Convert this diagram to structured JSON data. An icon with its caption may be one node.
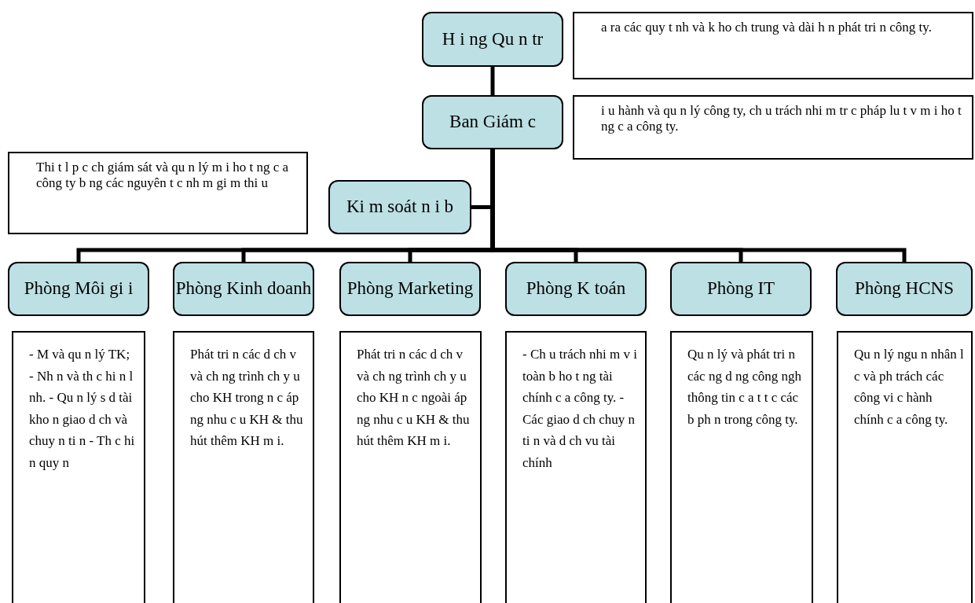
{
  "diagram": {
    "nodes": [
      {
        "text": [
          "H i ng Qu n tr"
        ]
      },
      {
        "text": [
          "a ra các quy t nh và k ho ch trung và dài h n phát tri n công ty."
        ]
      },
      {
        "text": [
          "Ban Giám c"
        ]
      },
      {
        "text": [
          "i u hành và qu n lý công ty, ch u trách nhi m tr c pháp lu t v m i ho t ng c a công ty."
        ]
      },
      {
        "text": [
          "Thi t l p c ch giám sát và qu n lý m i ho t ng c a công ty b ng các nguyên t c nh m gi m thi u"
        ]
      },
      {
        "text": [
          "Ki m soát n i b"
        ]
      },
      {
        "text": [
          "Phòng Môi gi i"
        ]
      },
      {
        "text": [
          "Phòng Kinh doanh"
        ]
      },
      {
        "text": [
          "Phòng Marketing"
        ]
      },
      {
        "text": [
          "Phòng K toán"
        ]
      },
      {
        "text": [
          "Phòng IT"
        ]
      },
      {
        "text": [
          "Phòng HCNS"
        ]
      },
      {
        "text": [
          "- M và qu n lý TK; - Nh n và th c hi n l nh. - Qu n lý s d tài kho n giao d ch và chuy n ti n - Th c hi n quy n"
        ]
      },
      {
        "text": [
          "Phát tri n các d ch v và ch ng trình ch y u cho KH trong n c áp ng nhu c u KH & thu hút thêm KH m i."
        ]
      },
      {
        "text": [
          "Phát tri n các d ch v và ch ng trình ch y u cho KH n c ngoài áp ng nhu c u KH & thu hút thêm KH m i."
        ]
      },
      {
        "text": [
          "- Ch u trách nhi m v i toàn b ho t ng tài chính c a công ty. - Các giao d ch chuy n ti n và d ch vu tài chính"
        ]
      },
      {
        "text": [
          "Qu n lý và phát tri n các ng d ng công ngh thông tin c a t t c các b ph n trong công ty."
        ]
      },
      {
        "text": [
          "Qu n lý ngu n nhân l c và ph trách các công vi c hành chính c a công ty."
        ]
      }
    ],
    "edges": [
      {
        "from": 0,
        "to": 2,
        "arrow": "none"
      },
      {
        "from": 2,
        "to": 5,
        "arrow": "none"
      },
      {
        "from": 2,
        "to": 6,
        "arrow": "none"
      },
      {
        "from": 2,
        "to": 7,
        "arrow": "none"
      },
      {
        "from": 2,
        "to": 8,
        "arrow": "none"
      },
      {
        "from": 2,
        "to": 9,
        "arrow": "none"
      },
      {
        "from": 2,
        "to": 10,
        "arrow": "none"
      },
      {
        "from": 2,
        "to": 11,
        "arrow": "none"
      }
    ]
  }
}
